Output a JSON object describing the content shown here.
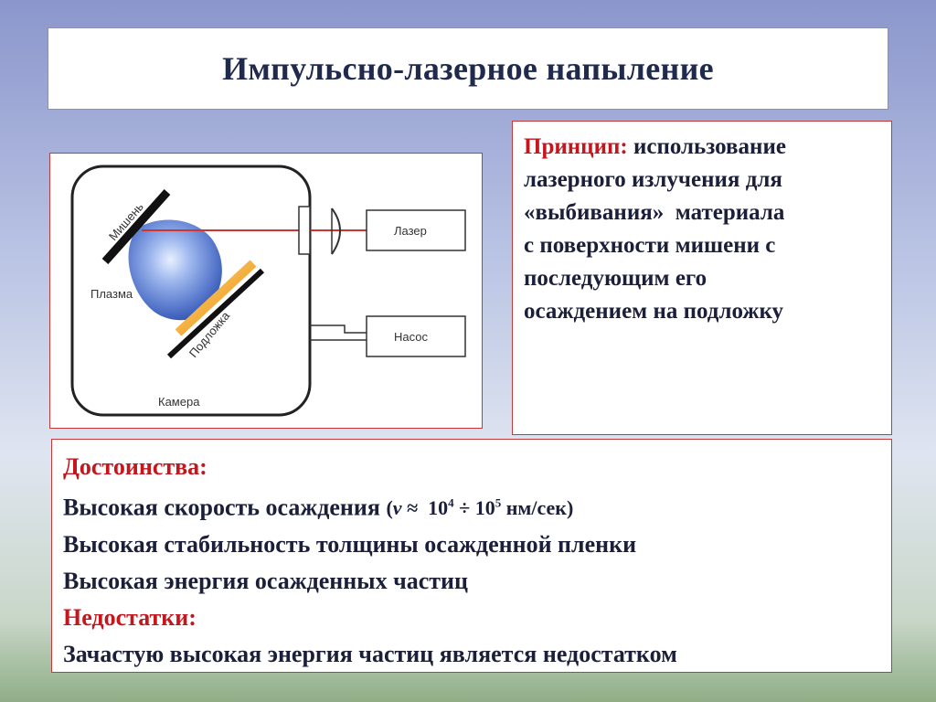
{
  "title": "Импульсно-лазерное напыление",
  "diagram": {
    "target": "Мишень",
    "plasma": "Плазма",
    "substrate": "Подложка",
    "laser": "Лазер",
    "pump": "Насос",
    "chamber": "Камера"
  },
  "principle": {
    "label": "Принцип:",
    "lines": [
      "использование",
      "лазерного излучения для",
      "«выбивания»  материала",
      "с поверхности мишени с",
      "последующим его",
      "осаждением на подложку"
    ]
  },
  "pros_cons": {
    "advantages_label": "Достоинства:",
    "advantage_1": "Высокая скорость осаждения",
    "rate_open": "(",
    "rate_var": "v",
    "rate_approx": " ≈  10",
    "rate_exp1": "4",
    "rate_div": " ÷ 10",
    "rate_exp2": "5",
    "rate_unit": " нм/сек)",
    "advantage_2": "Высокая стабильность толщины осажденной пленки",
    "advantage_3": "Высокая энергия осажденных частиц",
    "disadvantages_label": "Недостатки:",
    "disadvantage_1": "Зачастую высокая энергия частиц является недостатком"
  },
  "colors": {
    "accent_red": "#c4161c",
    "text_dark": "#1b1f3a",
    "laser_beam": "#d0342c",
    "plasma": "#6f8fd8",
    "substrate": "#f0a830"
  }
}
